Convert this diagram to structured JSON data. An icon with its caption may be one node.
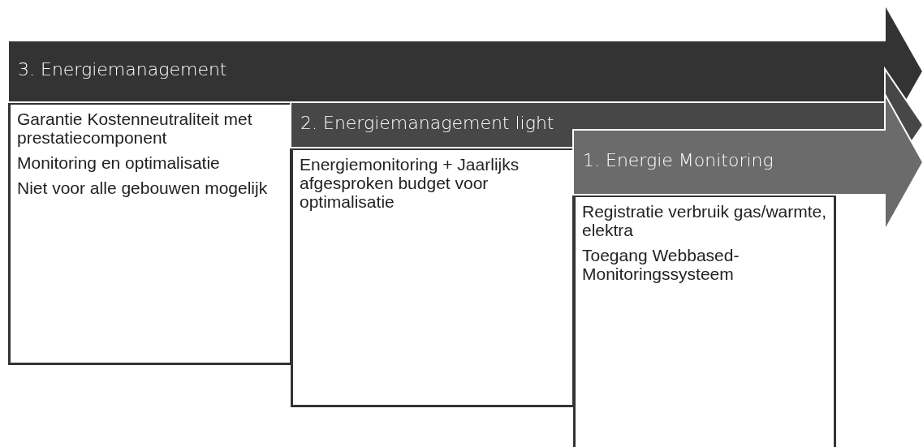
{
  "diagram": {
    "nodes": [
      {
        "text": [
          "3. Energiemanagement"
        ]
      },
      {
        "text": [
          "Garantie Kostenneutraliteit met prestatiecomponent",
          "Monitoring en optimalisatie",
          "Niet voor alle gebouwen mogelijk"
        ]
      },
      {
        "text": [
          "2. Energiemanagement light"
        ]
      },
      {
        "text": [
          "Energiemonitoring + Jaarlijks afgesproken budget voor optimalisatie"
        ]
      },
      {
        "text": [
          "1. Energie Monitoring"
        ]
      },
      {
        "text": [
          "Registratie verbruik gas/warmte, elektra",
          "Toegang Webbased-Monitoringssysteem"
        ]
      }
    ]
  }
}
